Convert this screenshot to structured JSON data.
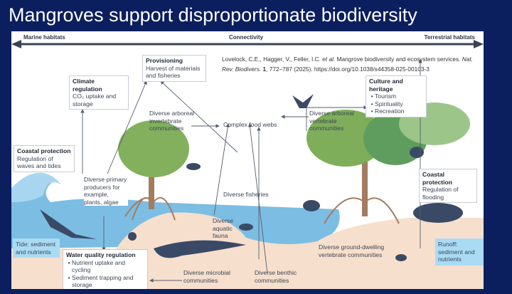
{
  "title": "Mangroves support disproportionate biodiversity",
  "axis": {
    "left": "Marine habitats",
    "center": "Connectivity",
    "right": "Terrestrial habitats"
  },
  "citation": {
    "authors": "Lovelock, C.E., Hagger, V., Feller, I.C. ",
    "etal": "et al.",
    "title": " Mangrove biodiversity and ecosystem services. ",
    "journal": "Nat. Rev. Biodivers.",
    "volume": " 1",
    "rest": ", 772–787 (2025). https://doi.org/10.1038/s44358-025-00103-3"
  },
  "services": {
    "provisioning": {
      "title": "Provisioning",
      "text": "Harvest of materials and fisheries"
    },
    "climate": {
      "title": "Climate regulation",
      "text": "CO₂ uptake and storage"
    },
    "culture": {
      "title": "Culture and heritage",
      "items": [
        "Tourism",
        "Spirituality",
        "Recreation"
      ]
    },
    "coastal_left": {
      "title": "Coastal protection",
      "text": "Regulation of waves and tides"
    },
    "coastal_right": {
      "title": "Coastal protection",
      "text": "Regulation of flooding"
    },
    "water": {
      "title": "Water quality regulation",
      "items": [
        "Nutrient uptake and cycling",
        "Sediment trapping and storage"
      ]
    }
  },
  "labels": {
    "arboreal_invert": "Diverse arboreal invertebrate communities",
    "food_webs": "Complex food webs",
    "arboreal_vert": "Diverse arboreal vertebrate communities",
    "primary": "Diverse primary producers for example, plants, algae",
    "fisheries": "Diverse fisheries",
    "aquatic": "Diverse aquatic fauna",
    "ground": "Diverse ground-dwelling vertebrate communities",
    "microbial": "Diverse microbial communities",
    "benthic": "Diverse benthic communities",
    "tide": "Tide: sediment and nutrients",
    "runoff": "Runoff: sediment and nutrients"
  },
  "colors": {
    "background": "#0b1f5e",
    "water": "#7cbde3",
    "sand": "#f6dfcc",
    "foliage": "#7fae5a",
    "fauna": "#3a4a66",
    "flow_box": "#a9dcf4"
  }
}
